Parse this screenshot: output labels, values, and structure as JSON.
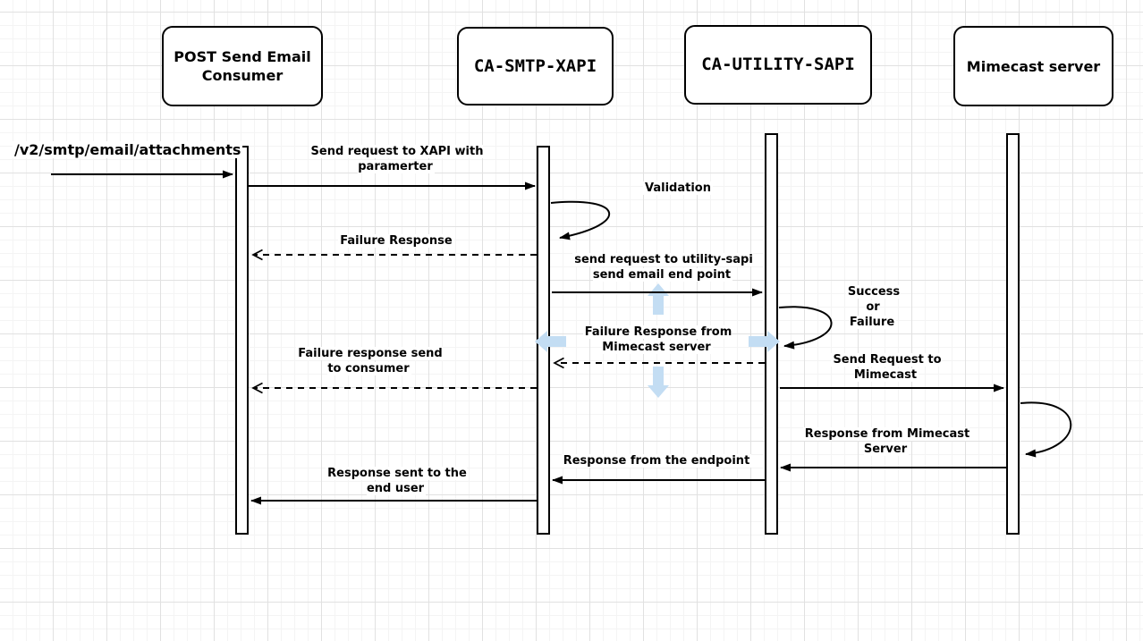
{
  "diagram": {
    "type": "sequence-diagram",
    "actors": [
      {
        "id": "consumer",
        "label": "POST Send Email\nConsumer"
      },
      {
        "id": "xapi",
        "label": "CA-SMTP-XAPI"
      },
      {
        "id": "sapi",
        "label": "CA-UTILITY-SAPI"
      },
      {
        "id": "mimecast",
        "label": "Mimecast server"
      }
    ],
    "messages": [
      {
        "label": "/v2/smtp/email/attachments",
        "type": "solid",
        "from": "caller",
        "to": "consumer"
      },
      {
        "label": "Send request to XAPI with\nparamerter",
        "type": "solid",
        "from": "consumer",
        "to": "xapi"
      },
      {
        "label": "Validation",
        "type": "self-loop",
        "from": "xapi",
        "to": "xapi"
      },
      {
        "label": "Failure Response",
        "type": "dashed",
        "from": "xapi",
        "to": "consumer"
      },
      {
        "label": "send request to utility-sapi\nsend email end point",
        "type": "solid",
        "from": "xapi",
        "to": "sapi"
      },
      {
        "label": "Success\nor\nFailure",
        "type": "self-loop",
        "from": "sapi",
        "to": "sapi"
      },
      {
        "label": "Failure Response from\nMimecast server",
        "type": "dashed",
        "from": "sapi",
        "to": "xapi"
      },
      {
        "label": "Failure response send\nto consumer",
        "type": "dashed",
        "from": "xapi",
        "to": "consumer"
      },
      {
        "label": "Send Request to\nMimecast",
        "type": "solid",
        "from": "sapi",
        "to": "mimecast"
      },
      {
        "label": "Response from Mimecast\nServer",
        "type": "solid",
        "from": "mimecast",
        "to": "sapi"
      },
      {
        "label": "Response from the endpoint",
        "type": "solid",
        "from": "sapi",
        "to": "xapi"
      },
      {
        "label": "Response sent to the\nend user",
        "type": "solid",
        "from": "xapi",
        "to": "consumer"
      },
      {
        "label": "",
        "type": "self-loop",
        "from": "mimecast",
        "to": "mimecast"
      }
    ],
    "colors": {
      "stroke": "#000000",
      "shape_fill": "#ffffff",
      "grid_major": "#e1e1e1",
      "grid_minor": "#f4f4f4",
      "hover_arrow": "#c3ddf3"
    }
  }
}
